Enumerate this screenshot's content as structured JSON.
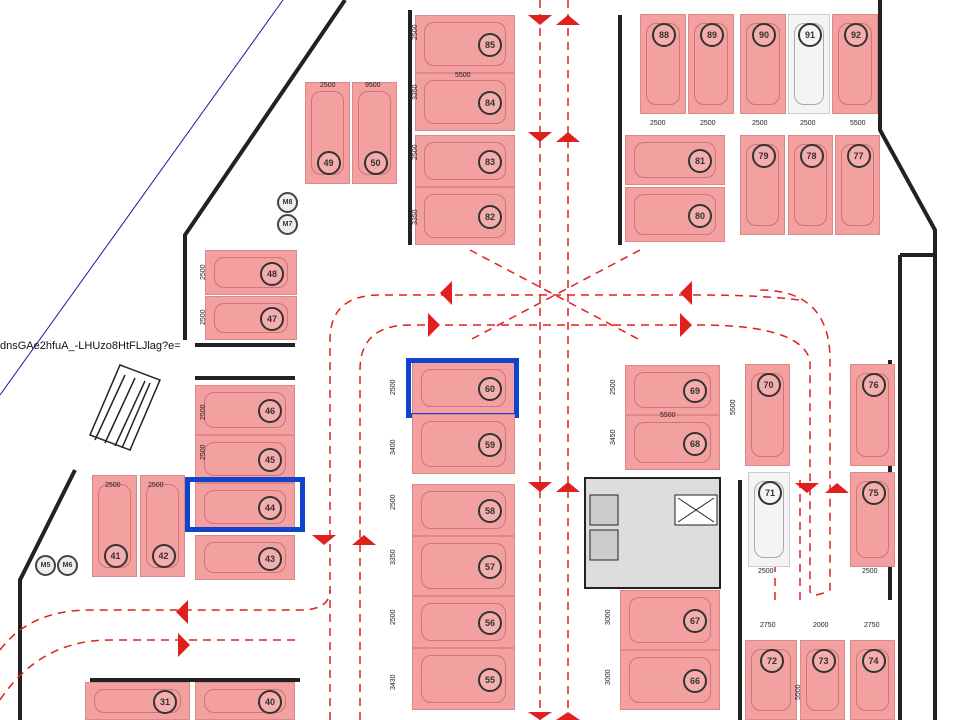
{
  "title": "Parking level plan",
  "colors": {
    "occupied": "#f2a0a0",
    "free": "#f4f4f4",
    "highlight": "#1144cc",
    "lane": "#e0201c",
    "wall": "#222222"
  },
  "overlay_text": "dnsGAe2hfuA_-LHUzo8HtFLJlag?e=",
  "spots": [
    {
      "number": "85",
      "status": "occupied"
    },
    {
      "number": "84",
      "status": "occupied"
    },
    {
      "number": "83",
      "status": "occupied"
    },
    {
      "number": "82",
      "status": "occupied"
    },
    {
      "number": "49",
      "status": "occupied"
    },
    {
      "number": "50",
      "status": "occupied"
    },
    {
      "number": "88",
      "status": "occupied"
    },
    {
      "number": "89",
      "status": "occupied"
    },
    {
      "number": "90",
      "status": "occupied"
    },
    {
      "number": "91",
      "status": "free"
    },
    {
      "number": "92",
      "status": "occupied"
    },
    {
      "number": "81",
      "status": "occupied"
    },
    {
      "number": "80",
      "status": "occupied"
    },
    {
      "number": "79",
      "status": "occupied"
    },
    {
      "number": "78",
      "status": "occupied"
    },
    {
      "number": "77",
      "status": "occupied"
    },
    {
      "number": "48",
      "status": "occupied"
    },
    {
      "number": "47",
      "status": "occupied"
    },
    {
      "number": "46",
      "status": "occupied"
    },
    {
      "number": "45",
      "status": "occupied"
    },
    {
      "number": "44",
      "status": "occupied",
      "selected": true
    },
    {
      "number": "43",
      "status": "occupied"
    },
    {
      "number": "41",
      "status": "occupied"
    },
    {
      "number": "42",
      "status": "occupied"
    },
    {
      "number": "60",
      "status": "occupied",
      "selected": true
    },
    {
      "number": "59",
      "status": "occupied"
    },
    {
      "number": "58",
      "status": "occupied"
    },
    {
      "number": "57",
      "status": "occupied"
    },
    {
      "number": "56",
      "status": "occupied"
    },
    {
      "number": "55",
      "status": "occupied"
    },
    {
      "number": "69",
      "status": "occupied"
    },
    {
      "number": "68",
      "status": "occupied"
    },
    {
      "number": "70",
      "status": "occupied"
    },
    {
      "number": "71",
      "status": "free"
    },
    {
      "number": "76",
      "status": "occupied"
    },
    {
      "number": "75",
      "status": "occupied"
    },
    {
      "number": "67",
      "status": "occupied"
    },
    {
      "number": "66",
      "status": "occupied"
    },
    {
      "number": "72",
      "status": "occupied"
    },
    {
      "number": "73",
      "status": "occupied"
    },
    {
      "number": "74",
      "status": "occupied"
    },
    {
      "number": "31",
      "status": "occupied"
    },
    {
      "number": "40",
      "status": "occupied"
    }
  ],
  "motorcycle_spots": [
    "M8",
    "M7",
    "M5",
    "M6"
  ],
  "dimensions": [
    "2500",
    "5500",
    "3350",
    "2500",
    "2500",
    "2500",
    "2500",
    "2500",
    "5500",
    "3350",
    "2500",
    "2500",
    "2500",
    "3400",
    "2500",
    "3350",
    "2500",
    "3430",
    "2500",
    "3450",
    "5500",
    "5500",
    "2500",
    "2500",
    "3000",
    "3000",
    "2750",
    "2000",
    "2750",
    "5500",
    "2500",
    "2500",
    "9500",
    "2500",
    "2500",
    "2500"
  ]
}
